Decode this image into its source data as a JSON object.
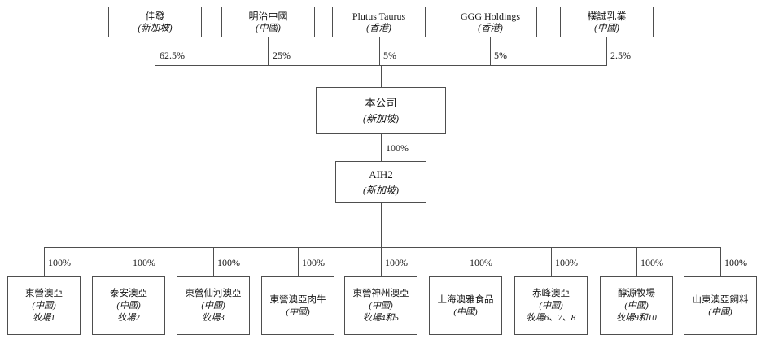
{
  "chart": {
    "type": "org-structure-diagram",
    "shareholders": [
      {
        "name": "佳發",
        "location": "(新加坡)",
        "percent": "62.5%"
      },
      {
        "name": "明治中國",
        "location": "(中國)",
        "percent": "25%"
      },
      {
        "name": "Plutus Taurus",
        "location": "(香港)",
        "percent": "5%"
      },
      {
        "name": "GGG Holdings",
        "location": "(香港)",
        "percent": "5%"
      },
      {
        "name": "樸誠乳業",
        "location": "(中國)",
        "percent": "2.5%"
      }
    ],
    "company": {
      "name": "本公司",
      "location": "(新加坡)"
    },
    "aih2": {
      "name": "AIH2",
      "location": "(新加坡)",
      "percent": "100%"
    },
    "subsidiaries": [
      {
        "name": "東營澳亞",
        "location": "(中國)",
        "note": "牧場1",
        "percent": "100%"
      },
      {
        "name": "泰安澳亞",
        "location": "(中國)",
        "note": "牧場2",
        "percent": "100%"
      },
      {
        "name": "東營仙河澳亞",
        "location": "(中國)",
        "note": "牧場3",
        "percent": "100%"
      },
      {
        "name": "東營澳亞肉牛",
        "location": "(中國)",
        "note": "",
        "percent": "100%"
      },
      {
        "name": "東營神州澳亞",
        "location": "(中國)",
        "note": "牧場4和5",
        "percent": "100%"
      },
      {
        "name": "上海澳雅食品",
        "location": "(中國)",
        "note": "",
        "percent": "100%"
      },
      {
        "name": "赤峰澳亞",
        "location": "(中國)",
        "note": "牧場6、7、8",
        "percent": "100%"
      },
      {
        "name": "醇源牧場",
        "location": "(中國)",
        "note": "牧場9和10",
        "percent": "100%"
      },
      {
        "name": "山東澳亞飼料",
        "location": "(中國)",
        "note": "",
        "percent": "100%"
      }
    ]
  }
}
